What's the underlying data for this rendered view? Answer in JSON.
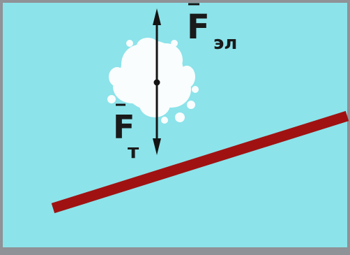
{
  "colors": {
    "background": "#8ce3ea",
    "frame": "#8f9296",
    "rod": "#a01212",
    "arrow": "#141414",
    "particle": "#ffffff"
  },
  "forces": {
    "electric": {
      "symbol": "F",
      "subscript": "эл",
      "overline": true,
      "direction": "up"
    },
    "gravity": {
      "symbol": "F",
      "subscript": "т",
      "overline": true,
      "direction": "down"
    }
  },
  "icons": {
    "particle": "dust-particle",
    "rod": "charged-rod"
  }
}
